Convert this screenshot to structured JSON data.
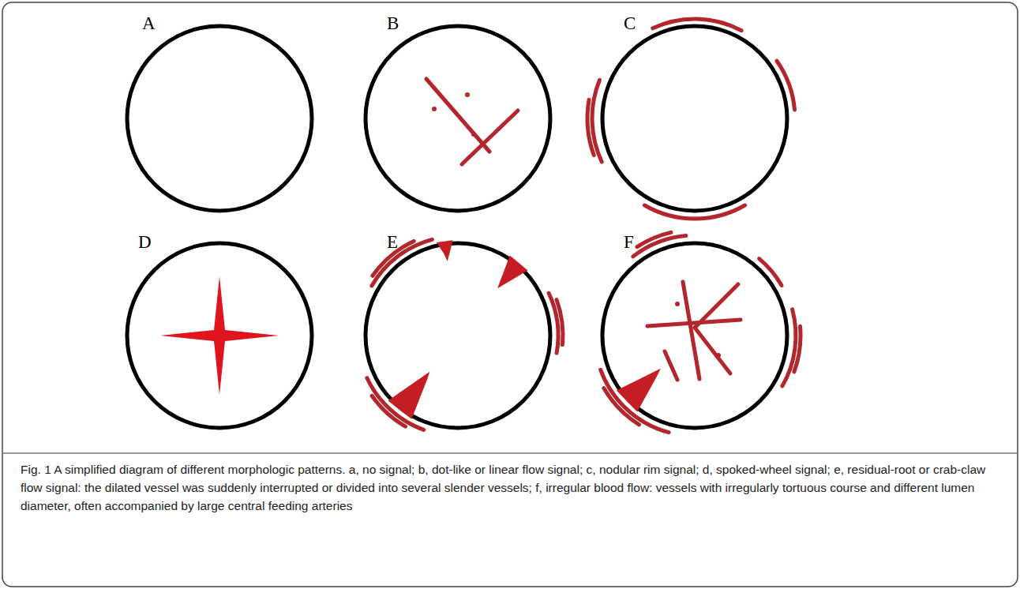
{
  "diagram": {
    "caption": "Fig. 1 A simplified diagram of different morphologic patterns. a, no signal; b, dot-like or linear flow signal; c, nodular rim signal; d, spoked-wheel signal; e, residual-root or crab-claw flow signal: the dilated vessel was suddenly interrupted or divided into several slender vessels; f, irregular blood flow: vessels with irregularly tortuous course and different lumen diameter, often accompanied by large central feeding arteries",
    "nodes": [
      {
        "text": [
          "A"
        ]
      },
      {
        "text": [
          "B"
        ]
      },
      {
        "text": [
          "C"
        ]
      },
      {
        "text": [
          "D"
        ]
      },
      {
        "text": [
          "E"
        ]
      },
      {
        "text": [
          "F"
        ]
      }
    ]
  }
}
